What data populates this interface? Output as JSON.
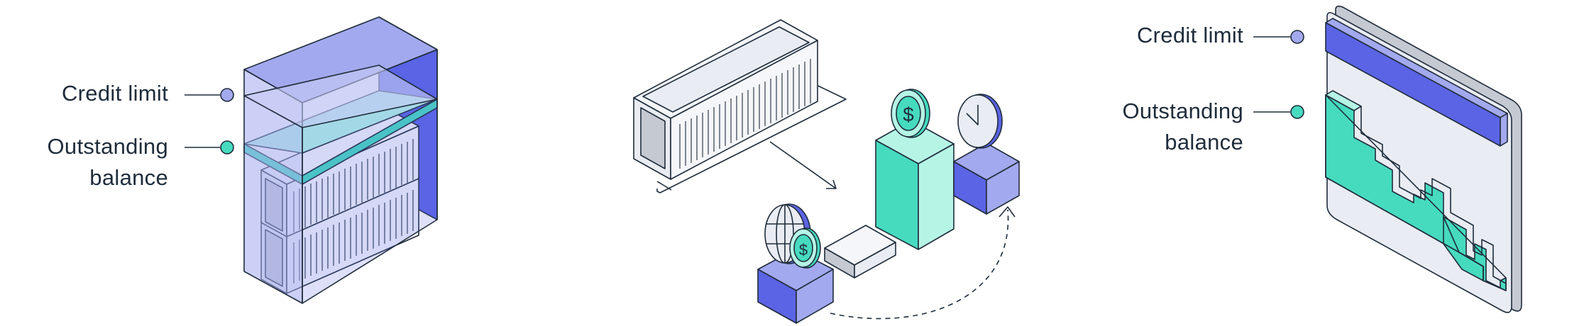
{
  "panels": [
    {
      "credit_limit_label": "Credit limit",
      "outstanding_line1": "Outstanding",
      "outstanding_line2": "balance"
    },
    {},
    {
      "credit_limit_label": "Credit limit",
      "outstanding_line1": "Outstanding",
      "outstanding_line2": "balance"
    }
  ],
  "colors": {
    "ink": "#1f2c3b",
    "credit_limit": "#a3a9ee",
    "outstanding": "#46dbbf",
    "blue_dark": "#5b64e4",
    "blue_light": "#a3a9ee",
    "mint_light": "#b6f5e6",
    "container_grey": "#e9ecf2"
  }
}
